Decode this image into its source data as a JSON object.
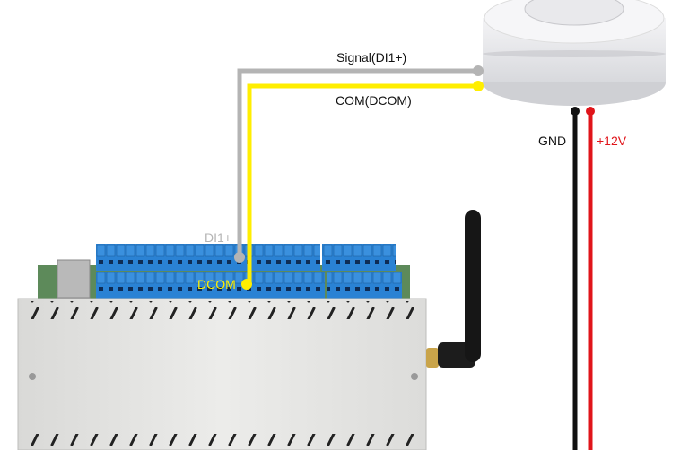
{
  "title": "Smoke detector wiring to controller",
  "labels": {
    "signal": "Signal(DI1+)",
    "com": "COM(DCOM)",
    "gnd": "GND",
    "vplus": "+12V",
    "di1": "DI1+",
    "dcom": "DCOM"
  },
  "colors": {
    "signal_wire": "#b4b4b4",
    "com_wire": "#ffee00",
    "gnd_wire": "#111111",
    "power_wire": "#e0141a",
    "terminal_block": "#2a82d4",
    "enclosure": "#e6e6e4"
  }
}
